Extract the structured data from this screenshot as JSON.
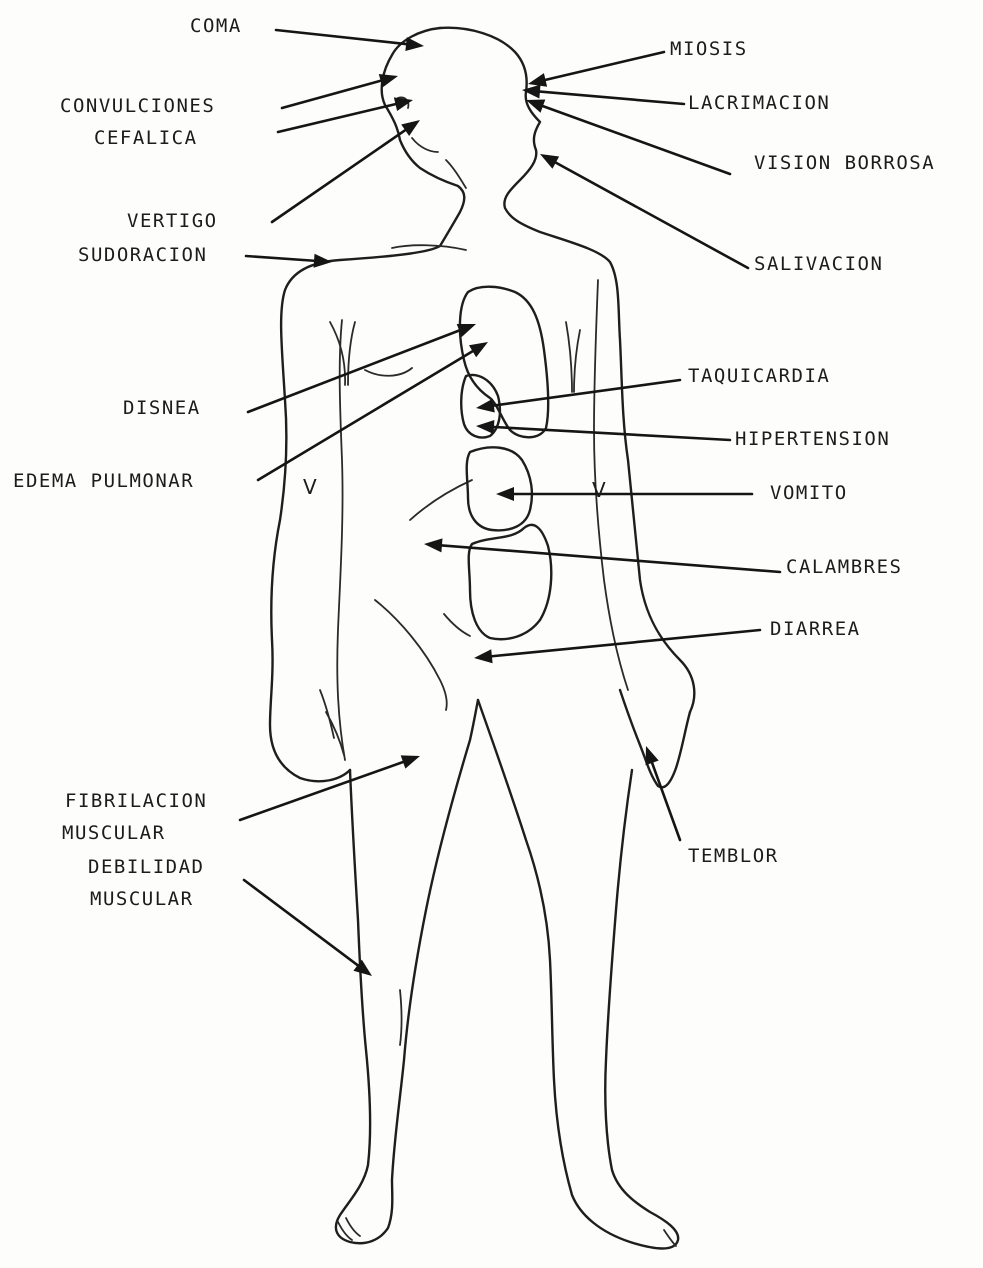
{
  "labels": {
    "coma": "COMA",
    "convulciones": "CONVULCIONES",
    "cefalica": "CEFALICA",
    "vertigo": "VERTIGO",
    "sudoracion": "SUDORACION",
    "disnea": "DISNEA",
    "edema_pulmonar": "EDEMA PULMONAR",
    "fibrilacion": "FIBRILACION",
    "muscular_1": "MUSCULAR",
    "debilidad": "DEBILIDAD",
    "muscular_2": "MUSCULAR",
    "miosis": "MIOSIS",
    "lacrimacion": "LACRIMACION",
    "vision_borrosa": "VISION BORROSA",
    "salivacion": "SALIVACION",
    "taquicardia": "TAQUICARDIA",
    "hipertension": "HIPERTENSION",
    "vomito": "VOMITO",
    "calambres": "CALAMBRES",
    "diarrea": "DIARREA",
    "temblor": "TEMBLOR"
  },
  "arm_marks": {
    "left": "V",
    "right": "V"
  },
  "colors": {
    "ink": "#1e1e1e",
    "paper": "#fdfdfb"
  }
}
